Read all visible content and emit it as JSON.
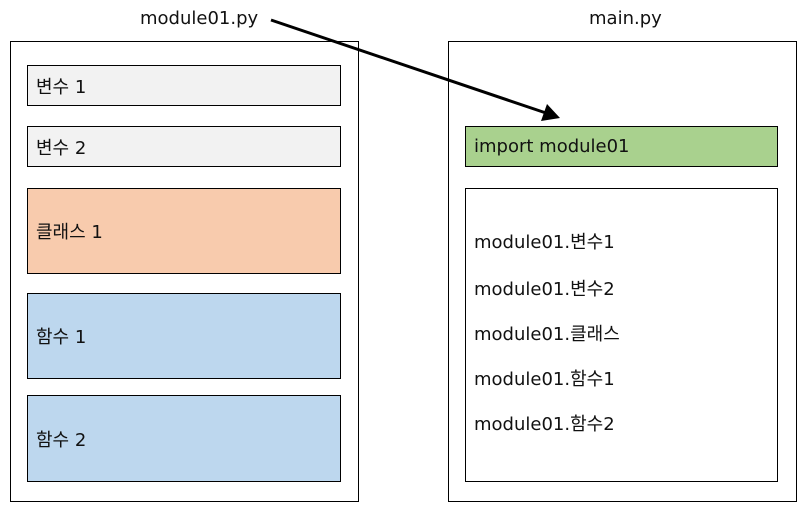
{
  "left_module": {
    "filename": "module01.py",
    "items": [
      {
        "label": "변수 1",
        "kind": "variable"
      },
      {
        "label": "변수 2",
        "kind": "variable"
      },
      {
        "label": "클래스 1",
        "kind": "class"
      },
      {
        "label": "함수 1",
        "kind": "function"
      },
      {
        "label": "함수 2",
        "kind": "function"
      }
    ]
  },
  "right_module": {
    "filename": "main.py",
    "import_statement": "import module01",
    "usages": [
      "module01.변수1",
      "module01.변수2",
      "module01.클래스",
      "module01.함수1",
      "module01.함수2"
    ]
  },
  "colors": {
    "variable": "#f2f2f2",
    "class": "#f8cbad",
    "function": "#bdd7ee",
    "import": "#a9d18e",
    "border": "#000000"
  }
}
